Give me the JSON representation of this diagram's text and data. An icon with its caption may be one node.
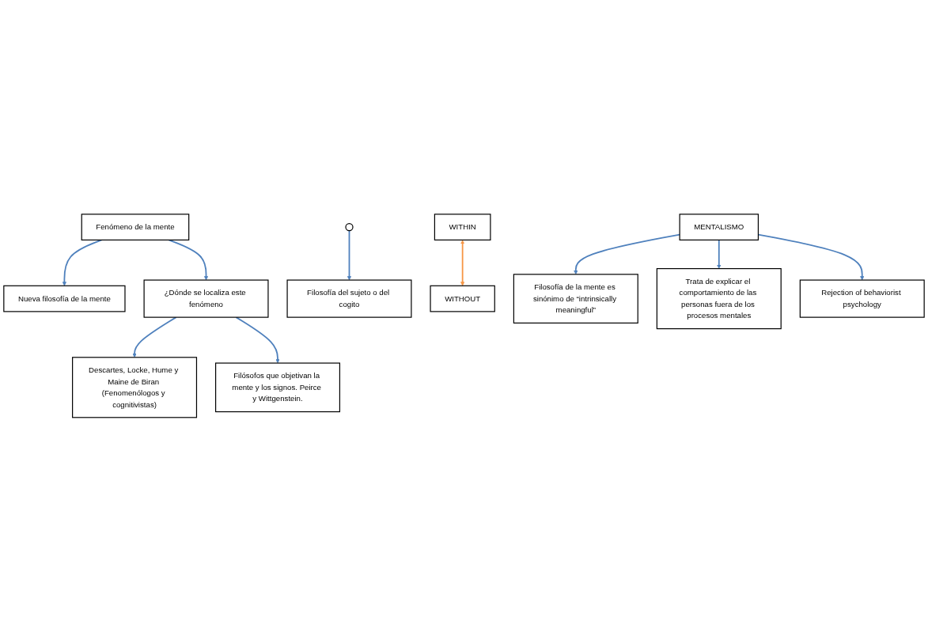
{
  "diagram": {
    "nodes": [
      {
        "text": [
          "Fenómeno de la mente"
        ]
      },
      {
        "text": [
          "Nueva filosofía de la mente"
        ]
      },
      {
        "text": [],
        "shape": "circle"
      },
      {
        "text": [
          "MENTALISMO"
        ]
      },
      {
        "text": [
          "¿Dónde se localiza este fenómeno"
        ]
      },
      {
        "text": [
          "Descartes, Locke, Hume y Maine de Biran (Fenomenólogos y cognitivistas)"
        ]
      },
      {
        "text": [
          "Filósofos que objetivan la mente y los signos. Peirce y Wittgenstein."
        ]
      },
      {
        "text": [
          "Filosofía del sujeto o del cogito"
        ]
      },
      {
        "text": [
          "WITHIN"
        ]
      },
      {
        "text": [
          "WITHOUT"
        ]
      },
      {
        "text": [
          "Filosofía de la mente es sinónimo de “intrinsically meaningful”"
        ]
      },
      {
        "text": [
          "Trata de explicar el comportamiento de las personas fuera de los procesos mentales"
        ]
      },
      {
        "text": [
          "Rejection of behaviorist psychology"
        ]
      }
    ],
    "edges": [
      {
        "from": 0,
        "to": 1,
        "arrow": "to"
      },
      {
        "from": 0,
        "to": 4,
        "arrow": "to"
      },
      {
        "from": 4,
        "to": 5,
        "arrow": "to"
      },
      {
        "from": 4,
        "to": 6,
        "arrow": "to"
      },
      {
        "from": 2,
        "to": 7,
        "arrow": "to"
      },
      {
        "from": 3,
        "to": 10,
        "arrow": "to"
      },
      {
        "from": 3,
        "to": 11,
        "arrow": "to"
      },
      {
        "from": 3,
        "to": 12,
        "arrow": "to"
      },
      {
        "from": 8,
        "to": 9,
        "arrow": "both",
        "color": "#f79646"
      }
    ]
  }
}
